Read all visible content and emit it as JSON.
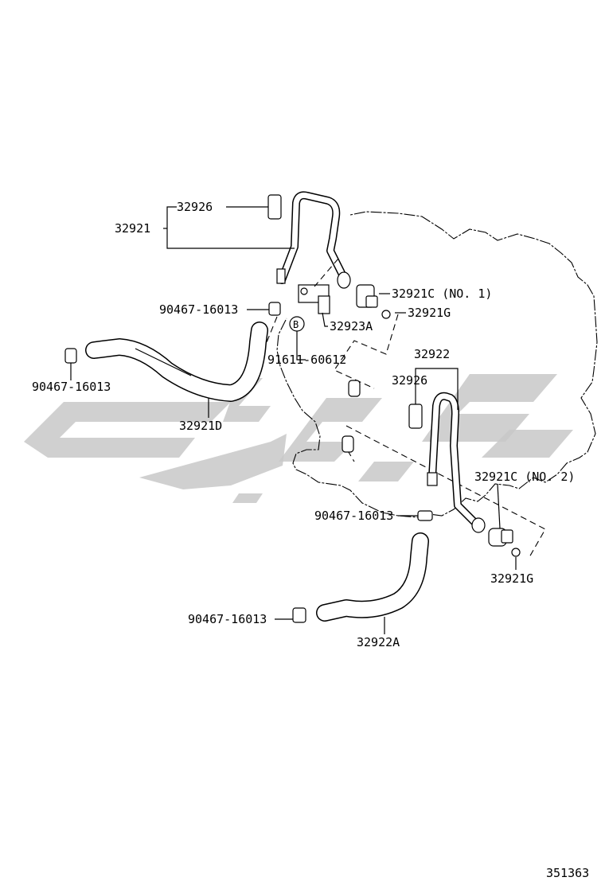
{
  "labels": {
    "p32926_top": "32926",
    "p32921": "32921",
    "p32921c_no1": "32921C (NO. 1)",
    "p90467_a": "90467-16013",
    "p32921g_top": "32921G",
    "p32923a": "32923A",
    "callout_b": "B",
    "p91611": "91611-60612",
    "p90467_b": "90467-16013",
    "p32922": "32922",
    "p32926_mid": "32926",
    "p32921d": "32921D",
    "p32921c_no2": "32921C (NO. 2)",
    "p90467_c": "90467-16013",
    "p32921g_bot": "32921G",
    "p90467_d": "90467-16013",
    "p32922a": "32922A",
    "diagram_id": "351363"
  },
  "colors": {
    "line": "#000000",
    "watermark": "#c8c8c8",
    "background": "#ffffff"
  }
}
